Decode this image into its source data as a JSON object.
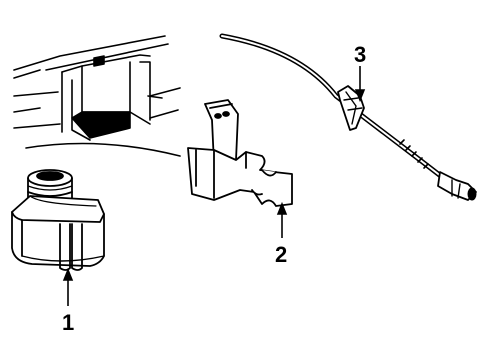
{
  "diagram": {
    "callouts": [
      {
        "id": "1",
        "label": "1"
      },
      {
        "id": "2",
        "label": "2"
      },
      {
        "id": "3",
        "label": "3"
      }
    ],
    "parts": [
      "body-panel",
      "speed-sensor",
      "mounting-bracket",
      "speedometer-cable-clip"
    ]
  }
}
